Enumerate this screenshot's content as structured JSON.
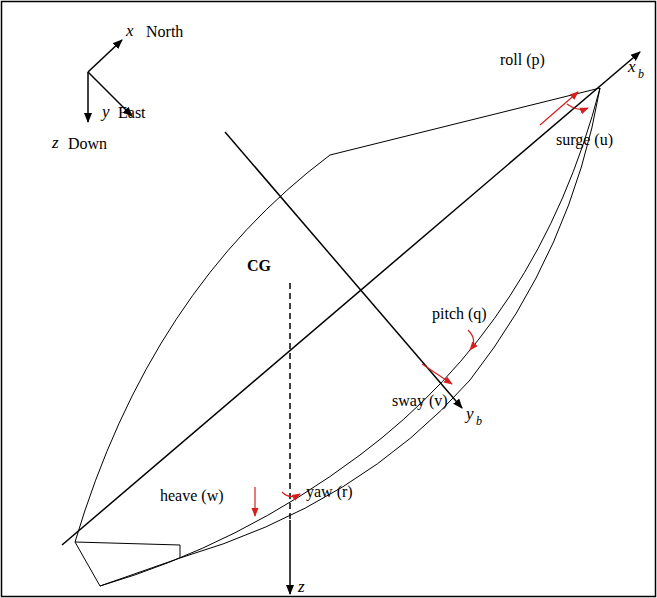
{
  "diagram": {
    "labels": [
      "x",
      "North",
      "y",
      "East",
      "z",
      "Down",
      "roll (p)",
      "x",
      "b",
      "surge (u)",
      "CG",
      "pitch (q)",
      "sway (v)",
      "y",
      "b",
      "heave (w)",
      "yaw (r)",
      "z"
    ]
  }
}
